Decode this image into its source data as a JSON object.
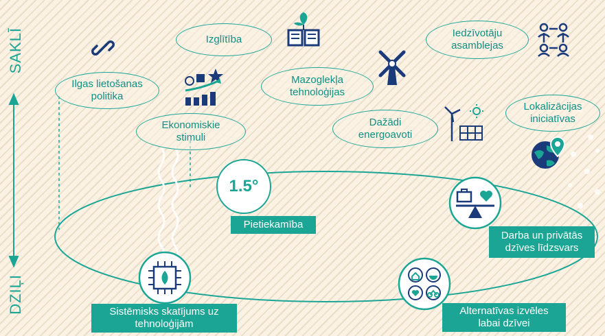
{
  "axis": {
    "top_label": "SAKLĪ",
    "bottom_label": "DZIĻI"
  },
  "target_badge": "1.5°",
  "bubbles": {
    "izglitiba": "Izglītība",
    "iedzivotaju": "Iedzīvotāju\nasamblejas",
    "ilgas": "Ilgas lietošanas\npolitika",
    "mazoglekla": "Mazoglekļa\ntehnoloģijas",
    "ekonomiskie": "Ekonomiskie\nstimuli",
    "dazadi": "Dažādi\nenergoavoti",
    "lokalizacijas": "Lokalizācijas\niniciatīvas"
  },
  "boxes": {
    "pietiekamiba": "Pietiekamība",
    "darba": "Darba un privātās\ndzīves līdzsvars",
    "sistemisks": "Sistēmisks skatījums uz\ntehnoloģijām",
    "alternativas": "Alternatīvas izvēles\nlabai dzīvei"
  },
  "colors": {
    "teal": "#1aa595",
    "navy": "#1b3a7a",
    "background": "#fbf2e4"
  },
  "icons": [
    "link-icon",
    "book-plant-icon",
    "people-network-icon",
    "windmill-icon",
    "money-growth-chart-icon",
    "solar-wind-icon",
    "globe-pin-icon",
    "work-life-scale-icon",
    "chip-leaf-icon",
    "lifestyle-choices-icon"
  ]
}
